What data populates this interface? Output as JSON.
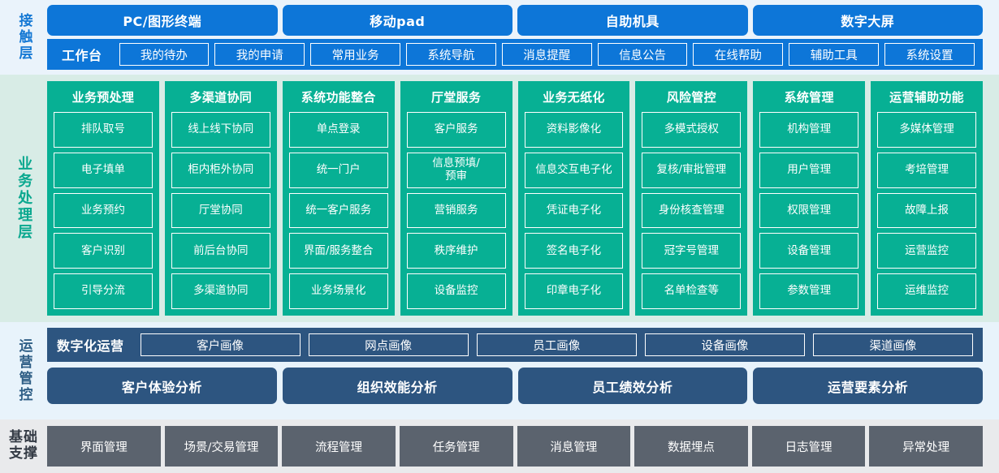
{
  "colors": {
    "contact_blue": "#0d76d8",
    "contact_band_bg": "#eaf3fb",
    "business_teal": "#07b094",
    "business_band_bg": "#d8ece6",
    "operation_slate": "#2d5580",
    "operation_band_bg": "#e8f3fb",
    "base_gray": "#5b636e",
    "base_band_bg": "#e9eaec"
  },
  "layers": {
    "contact": {
      "label": "接触层",
      "terminals": [
        "PC/图形终端",
        "移动pad",
        "自助机具",
        "数字大屏"
      ],
      "workbench_title": "工作台",
      "workbench_items": [
        "我的待办",
        "我的申请",
        "常用业务",
        "系统导航",
        "消息提醒",
        "信息公告",
        "在线帮助",
        "辅助工具",
        "系统设置"
      ]
    },
    "business": {
      "label": "业务处理层",
      "columns": [
        {
          "title": "业务预处理",
          "items": [
            "排队取号",
            "电子填单",
            "业务预约",
            "客户识别",
            "引导分流"
          ]
        },
        {
          "title": "多渠道协同",
          "items": [
            "线上线下协同",
            "柜内柜外协同",
            "厅堂协同",
            "前后台协同",
            "多渠道协同"
          ]
        },
        {
          "title": "系统功能整合",
          "items": [
            "单点登录",
            "统一门户",
            "统一客户服务",
            "界面/服务整合",
            "业务场景化"
          ]
        },
        {
          "title": "厅堂服务",
          "items": [
            "客户服务",
            "信息预填/\n预审",
            "营销服务",
            "秩序维护",
            "设备监控"
          ]
        },
        {
          "title": "业务无纸化",
          "items": [
            "资料影像化",
            "信息交互电子化",
            "凭证电子化",
            "签名电子化",
            "印章电子化"
          ]
        },
        {
          "title": "风险管控",
          "items": [
            "多模式授权",
            "复核/审批管理",
            "身份核查管理",
            "冠字号管理",
            "名单检查等"
          ]
        },
        {
          "title": "系统管理",
          "items": [
            "机构管理",
            "用户管理",
            "权限管理",
            "设备管理",
            "参数管理"
          ]
        },
        {
          "title": "运营辅助功能",
          "items": [
            "多媒体管理",
            "考培管理",
            "故障上报",
            "运营监控",
            "运维监控"
          ]
        }
      ]
    },
    "operation": {
      "label": "运营管控",
      "portrait_title": "数字化运营",
      "portrait_items": [
        "客户画像",
        "网点画像",
        "员工画像",
        "设备画像",
        "渠道画像"
      ],
      "analysis_items": [
        "客户体验分析",
        "组织效能分析",
        "员工绩效分析",
        "运营要素分析"
      ]
    },
    "base": {
      "label_line1": "基础",
      "label_line2": "支撑",
      "items": [
        "界面管理",
        "场景/交易管理",
        "流程管理",
        "任务管理",
        "消息管理",
        "数据埋点",
        "日志管理",
        "异常处理"
      ]
    }
  }
}
